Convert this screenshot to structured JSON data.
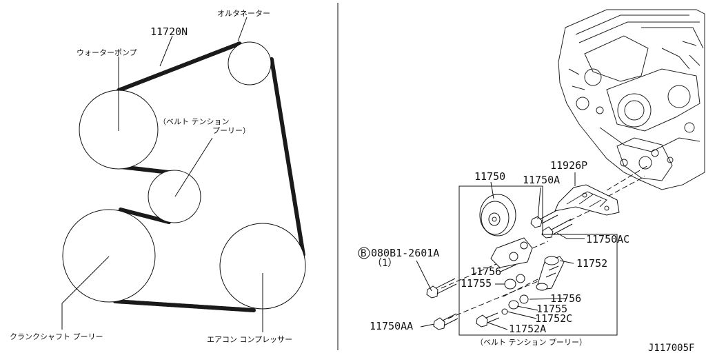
{
  "left": {
    "belt_part": "11720N",
    "alternator": "オルタネーター",
    "water_pump": "ウォーターポンプ",
    "tension_pulley_line1": "（ベルト テンション",
    "tension_pulley_line2": "プーリー）",
    "crankshaft_pulley": "クランクシャフト プーリー",
    "ac_compressor": "エアコン コンプレッサー"
  },
  "right": {
    "p11750": "11750",
    "p11750A": "11750A",
    "p11926P": "11926P",
    "p11750AC": "11750AC",
    "p11752": "11752",
    "p11756_a": "11756",
    "p11755_a": "11755",
    "p11756_b": "11756",
    "p11755_b": "11755",
    "p11752C": "11752C",
    "p11752A": "11752A",
    "p11750AA": "11750AA",
    "bolt_circle": "B",
    "bolt_code": "080B1-2601A",
    "bolt_qty": "（1）",
    "box_caption": "（ベルト テンション プーリー）"
  },
  "figure_id": "J117005F"
}
